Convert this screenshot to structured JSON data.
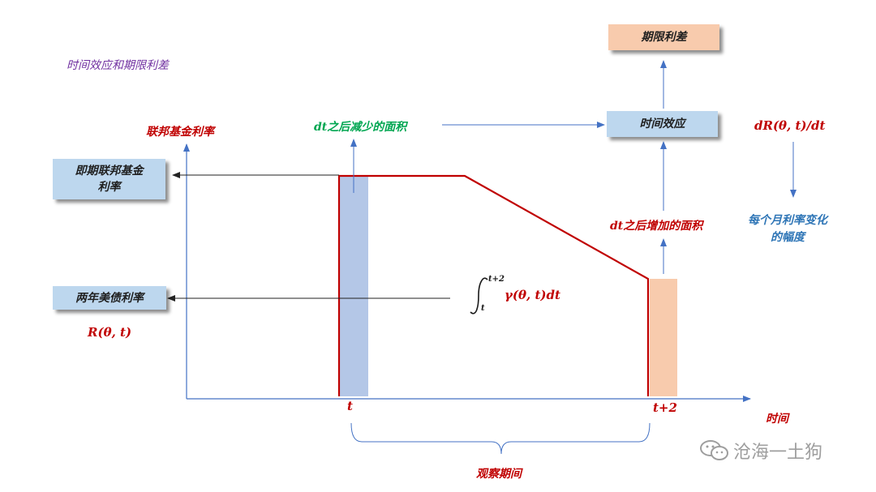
{
  "title": "时间效应和期限利差",
  "axis": {
    "y_label": "联邦基金利率",
    "x_label": "时间",
    "tick_t": "t",
    "tick_t2": "t+2"
  },
  "boxes": {
    "spot_fed_rate": "即期联邦基金\n利率",
    "two_year_yield": "两年美债利率",
    "time_effect": "时间效应",
    "term_spread": "期限利差"
  },
  "labels": {
    "area_decrease": "之后减少的面积",
    "area_increase": "之后增加的面积",
    "dt": "dt",
    "R": "R(θ, t)",
    "dRdt": "dR(θ, t)/dt",
    "monthly_change": "每个月利率变化\n的幅度",
    "observation_period": "观察期间",
    "integral_upper": "t+2",
    "integral_lower": "t",
    "integrand": "γ(θ, t)dt"
  },
  "watermark": "沧海一土狗",
  "colors": {
    "rate_line": "#c00000",
    "blue_bar": "#b4c7e7",
    "peach_bar": "#f8cbad",
    "axis": "#4472c4"
  }
}
